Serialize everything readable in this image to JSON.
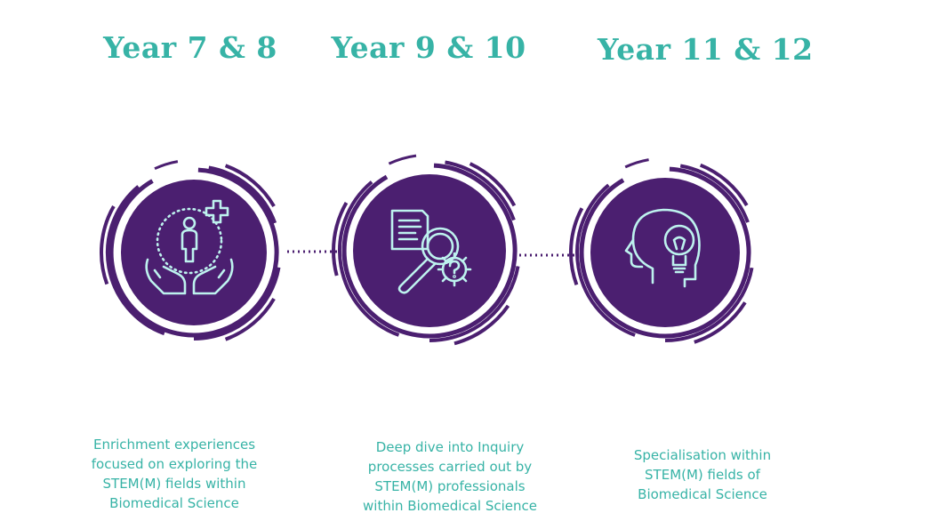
{
  "colors": {
    "teal": "#37b3a6",
    "purple": "#4b1f70",
    "icon": "#bdf2ee",
    "background": "#ffffff"
  },
  "stages": [
    {
      "heading": "Year 7 & 8",
      "icon": "person-in-hands-plus-icon",
      "description": [
        "Enrichment experiences",
        "focused on exploring the",
        "STEM(M) fields within",
        "Biomedical Science"
      ]
    },
    {
      "heading": "Year 9 & 10",
      "icon": "document-magnifier-gear-question-icon",
      "description": [
        "Deep dive into Inquiry",
        "processes carried out by",
        "STEM(M) professionals",
        "within Biomedical Science"
      ]
    },
    {
      "heading": "Year 11 & 12",
      "icon": "head-lightbulb-icon",
      "description": [
        "Specialisation within",
        "STEM(M) fields of",
        "Biomedical Science"
      ]
    }
  ]
}
